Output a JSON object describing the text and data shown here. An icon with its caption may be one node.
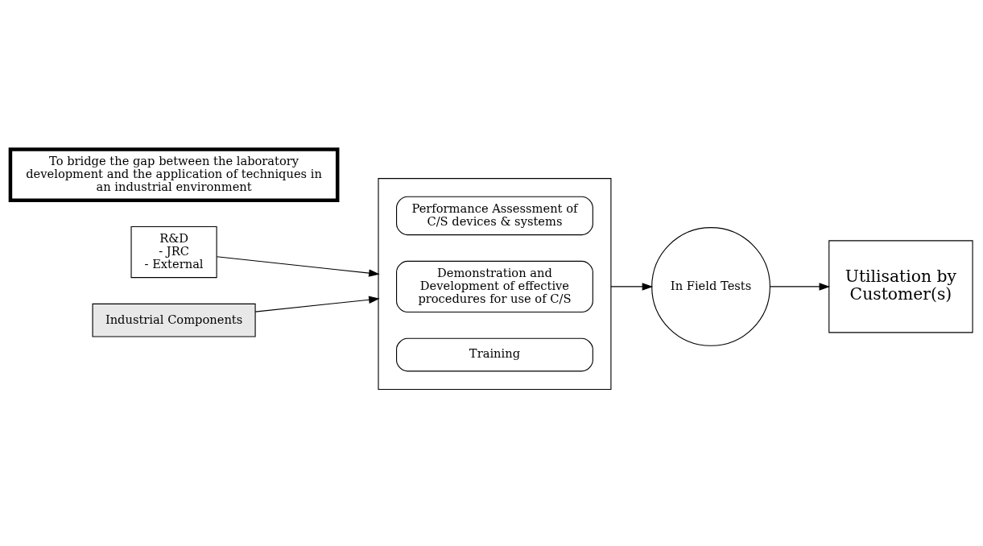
{
  "diagram": {
    "nodes": [
      {
        "text": [
          "R&D",
          "- JRC",
          "- External"
        ]
      },
      {
        "text": [
          "Industrial Components"
        ]
      },
      {
        "text": [],
        "shape": "box"
      },
      {
        "text": [
          "Performance Assessment of C/S devices & systems"
        ],
        "in": 2
      },
      {
        "text": [
          "Demonstration and Development of effective procedures for use of C/S"
        ],
        "in": 2
      },
      {
        "text": [
          "Training"
        ],
        "in": 2
      },
      {
        "text": [
          "In Field Tests"
        ]
      },
      {
        "text": [
          "Utilisation by Customer(s)"
        ]
      },
      {
        "text": [
          "To bridge the gap between the laboratory development and the application of techniques in an industrial environment"
        ]
      }
    ],
    "edges": [
      {
        "from": 0,
        "to": 2,
        "arrow": "to"
      },
      {
        "from": 1,
        "to": 2,
        "arrow": "to"
      },
      {
        "from": 2,
        "to": 6,
        "arrow": "to"
      },
      {
        "from": 6,
        "to": 7,
        "arrow": "to"
      }
    ]
  }
}
